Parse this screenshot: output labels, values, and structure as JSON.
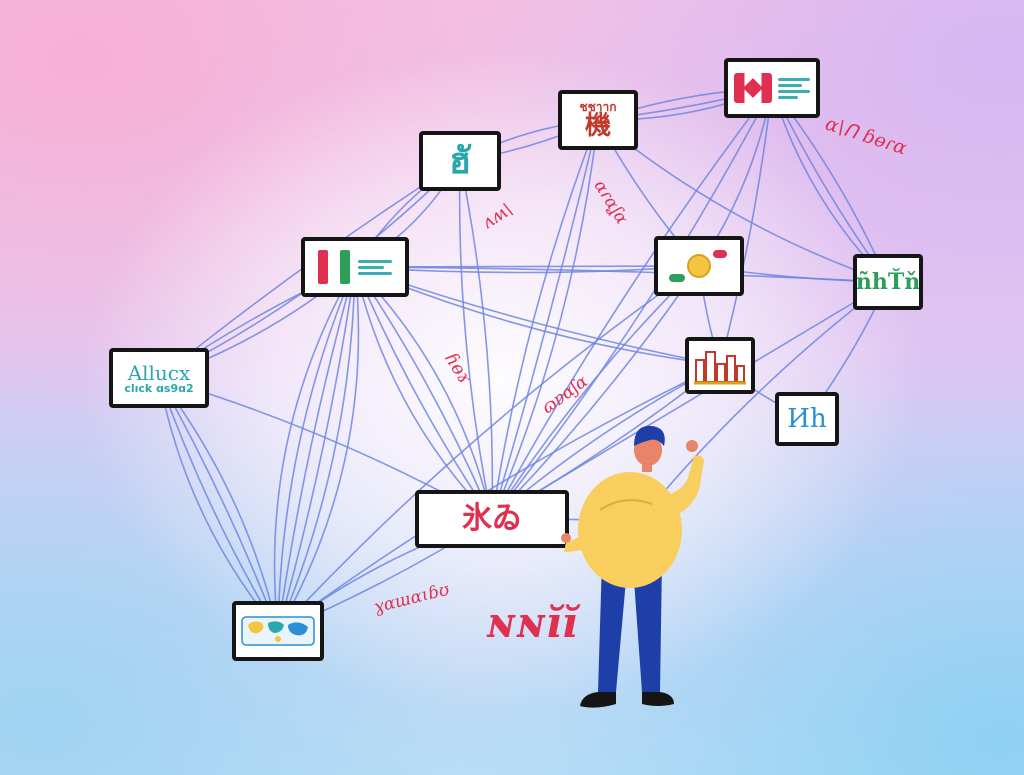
{
  "colors": {
    "edge": "#6f86e0",
    "card_border": "#151515",
    "label_red": "#e0304f",
    "teal": "#2aa7ad",
    "shirt": "#f8cf5e",
    "pants": "#1f3fa8",
    "hair": "#1f3fa8"
  },
  "cards": {
    "card_a": {
      "text": "ฮั",
      "icon": "hindi-script-icon"
    },
    "card_b": {
      "top": "ชชาาก",
      "main": "機",
      "icon": "asian-script-icon"
    },
    "card_c": {
      "icon": "canada-flag-icon"
    },
    "card_d": {
      "icon": "italy-flag-icon"
    },
    "card_e": {
      "icon": "coin-handshake-icon"
    },
    "card_f": {
      "text": "ñhŤň",
      "icon": "script-glyph-icon"
    },
    "card_g": {
      "line1": "Allucx",
      "line2": "clıck ɑs9ɑ2",
      "icon": "text-card-icon"
    },
    "card_h": {
      "icon": "city-skyline-icon"
    },
    "card_i": {
      "text": "Иh",
      "icon": "cyrillic-glyph-icon"
    },
    "card_j": {
      "text": "氷ゐ",
      "icon": "hanzi-card-icon"
    },
    "card_k": {
      "icon": "world-map-icon"
    }
  },
  "labels": {
    "l1": "ɑ\\ᑎ ɓɵɾɑ",
    "l2": "ɑɾɑʆɑ",
    "l3": "ʌʍ\\",
    "l4": "ɦɵɤ",
    "l5": "ɷɐɑʃɑ",
    "l6": "ɣɑɯɑɩɓʊ",
    "l7": "ɴɴĭĭ"
  },
  "person": {
    "icon": "person-pointing-icon"
  }
}
